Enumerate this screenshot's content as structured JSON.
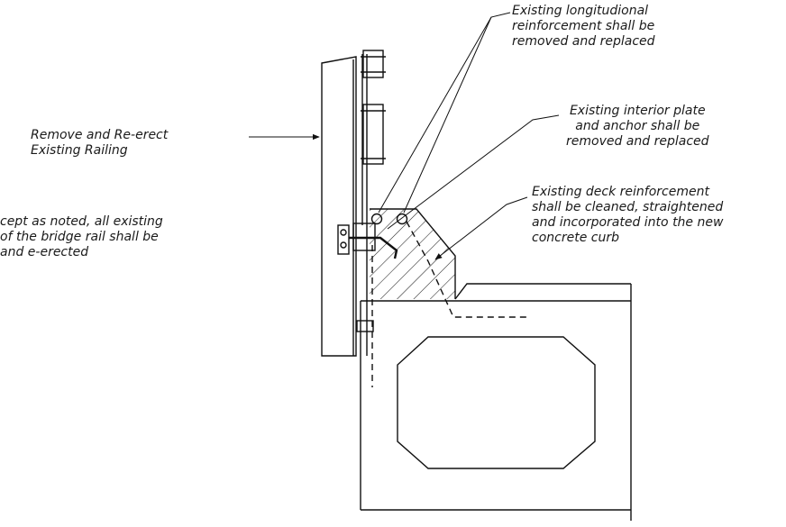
{
  "notes": {
    "longitudinal": "Existing longitudional\nreinforcement shall be\nremoved and replaced",
    "interior_plate": "Existing interior plate\nand anchor shall be\nremoved and replaced",
    "deck": "Existing deck reinforcement\nshall be cleaned, straightened\nand incorporated into the new\nconcrete curb",
    "railing": "Remove and Re-erect\nExisting Railing",
    "general": "cept as noted, all existing\nof the bridge rail shall be\nand e-erected"
  }
}
